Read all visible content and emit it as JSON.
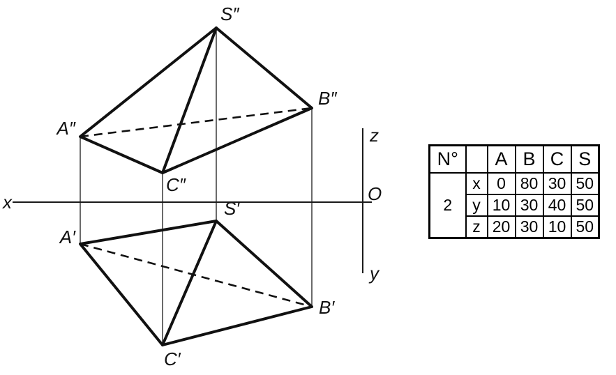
{
  "diagram": {
    "axes": {
      "x_label": "x",
      "z_label": "z",
      "y_label": "y",
      "origin_label": "O"
    },
    "front_view_labels": {
      "S": "S″",
      "A": "A″",
      "B": "B″",
      "C": "C″"
    },
    "top_view_labels": {
      "S": "S′",
      "A": "A′",
      "B": "B′",
      "C": "C′"
    }
  },
  "table": {
    "number_header": "N°",
    "corner_header": "",
    "point_headers": [
      "A",
      "B",
      "C",
      "S"
    ],
    "task_number": "2",
    "coordinate_rows": [
      {
        "label": "x",
        "values": [
          "0",
          "80",
          "30",
          "50"
        ]
      },
      {
        "label": "y",
        "values": [
          "10",
          "30",
          "40",
          "50"
        ]
      },
      {
        "label": "z",
        "values": [
          "20",
          "30",
          "10",
          "50"
        ]
      }
    ]
  }
}
